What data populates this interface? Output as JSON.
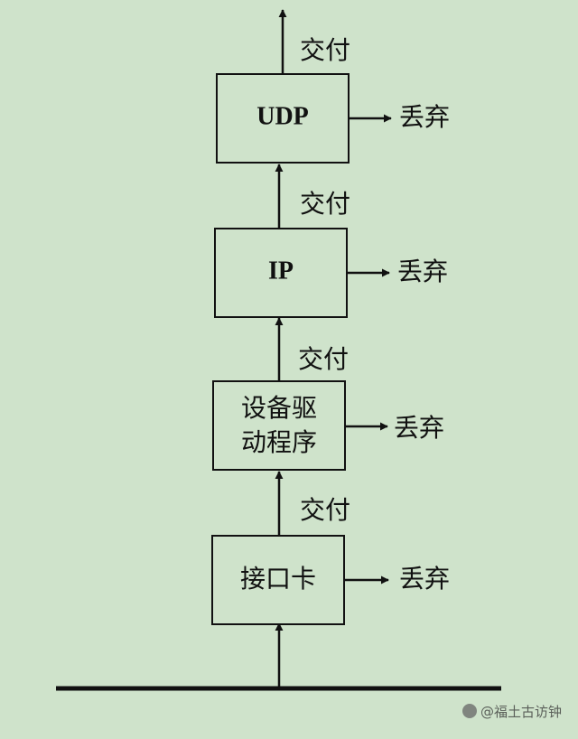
{
  "layers": [
    {
      "label": "UDP",
      "deliver": "交付",
      "discard": "丢弃"
    },
    {
      "label": "IP",
      "deliver": "交付",
      "discard": "丢弃"
    },
    {
      "label_lines": [
        "设备驱",
        "动程序"
      ],
      "deliver": "交付",
      "discard": "丢弃"
    },
    {
      "label": "接口卡",
      "deliver": "交付",
      "discard": "丢弃"
    }
  ],
  "watermark": "@福土古访钟"
}
